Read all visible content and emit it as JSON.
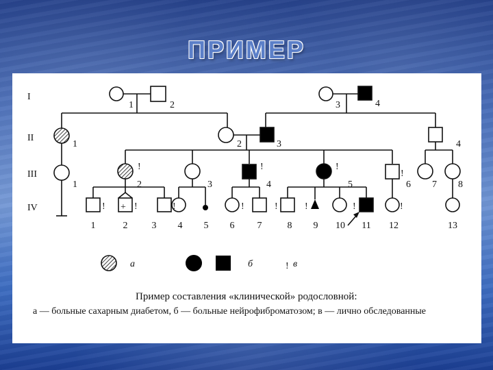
{
  "title": "ПРИМЕР",
  "generations": [
    "I",
    "II",
    "III",
    "IV"
  ],
  "individual_numbers": {
    "I": [
      "1",
      "2",
      "3",
      "4"
    ],
    "II": [
      "1",
      "2",
      "3",
      "4"
    ],
    "III": [
      "1",
      "2",
      "3",
      "4",
      "5",
      "6",
      "7",
      "8"
    ],
    "IV": [
      "1",
      "2",
      "3",
      "4",
      "5",
      "6",
      "7",
      "8",
      "9",
      "10",
      "11",
      "12",
      "13"
    ]
  },
  "marks": {
    "examined": "!",
    "plus": "+"
  },
  "legend": {
    "a": "а",
    "b": "б",
    "v": "в",
    "mark": "!"
  },
  "caption": {
    "title": "Пример составления «клинической» родословной:",
    "body": "а — больные сахарным диабетом, б — больные нейрофиброматозом; в — лично обследованные"
  },
  "colors": {
    "affected_nf": "#000000",
    "hatch": "#111111",
    "panel": "#ffffff"
  }
}
